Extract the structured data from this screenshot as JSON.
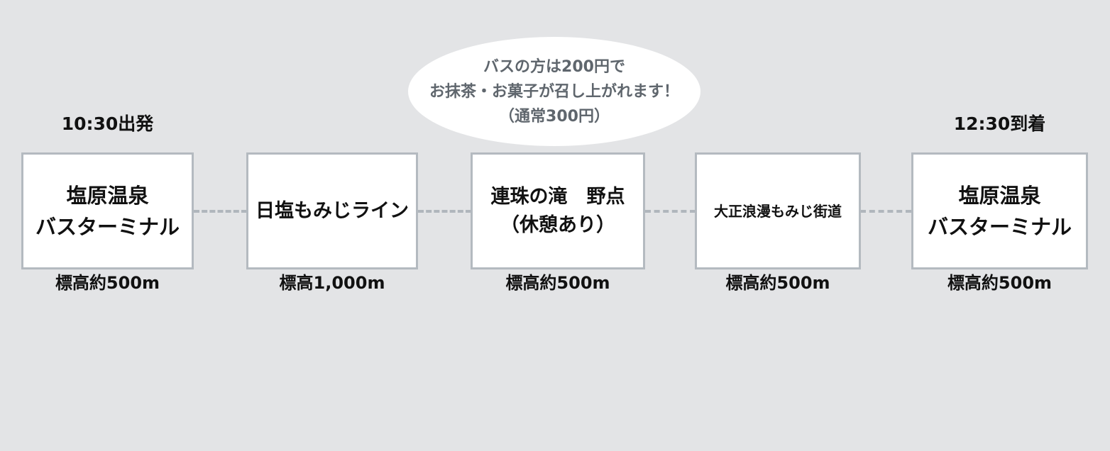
{
  "departure_label": "10:30出発",
  "arrival_label": "12:30到着",
  "note": {
    "lines": [
      "バスの方は200円で",
      "お抹茶・お菓子が召し上がれます！",
      "（通常300円）"
    ]
  },
  "stops": [
    {
      "lines": [
        "塩原温泉",
        "バスターミナル"
      ],
      "elevation": "標高約500m"
    },
    {
      "lines": [
        "日塩もみじライン"
      ],
      "elevation": "標高1,000m"
    },
    {
      "lines": [
        "連珠の滝　野点",
        "（休憩あり）"
      ],
      "elevation": "標高約500m"
    },
    {
      "lines": [
        "大正浪漫もみじ街道"
      ],
      "elevation": "標高約500m"
    },
    {
      "lines": [
        "塩原温泉",
        "バスターミナル"
      ],
      "elevation": "標高約500m"
    }
  ],
  "colors": {
    "background": "#e3e4e6",
    "box_border": "#b4bac0",
    "connector": "#b0b6bc",
    "note_text": "#5f666d"
  }
}
